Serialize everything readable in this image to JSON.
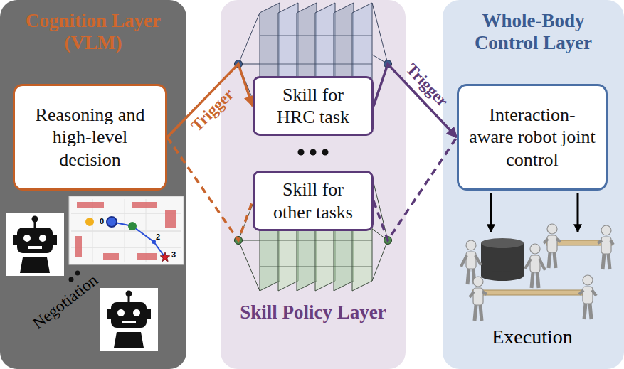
{
  "diagram": {
    "nodes": [
      {
        "text": [
          "Cognition Layer (VLM)"
        ]
      },
      {
        "text": [
          "Reasoning and high-level decision"
        ],
        "in": 0
      },
      {
        "text": [
          "Skill Policy Layer"
        ]
      },
      {
        "text": [
          "Skill for HRC task"
        ],
        "in": 2
      },
      {
        "text": [
          "Skill for other tasks"
        ],
        "in": 2
      },
      {
        "text": [
          "Whole-Body Control Layer"
        ]
      },
      {
        "text": [
          "Interaction-aware robot joint control"
        ],
        "in": 5
      }
    ],
    "edges": [
      {
        "from": 1,
        "to": 3,
        "arrow": "to",
        "label": "Trigger"
      },
      {
        "from": 1,
        "to": 4,
        "arrow": "none"
      },
      {
        "from": 3,
        "to": 6,
        "arrow": "to",
        "label": "Trigger"
      },
      {
        "from": 4,
        "to": 6,
        "arrow": "none"
      }
    ],
    "labels": [
      "0",
      "2",
      "3",
      "Negotiation",
      "Execution"
    ]
  }
}
